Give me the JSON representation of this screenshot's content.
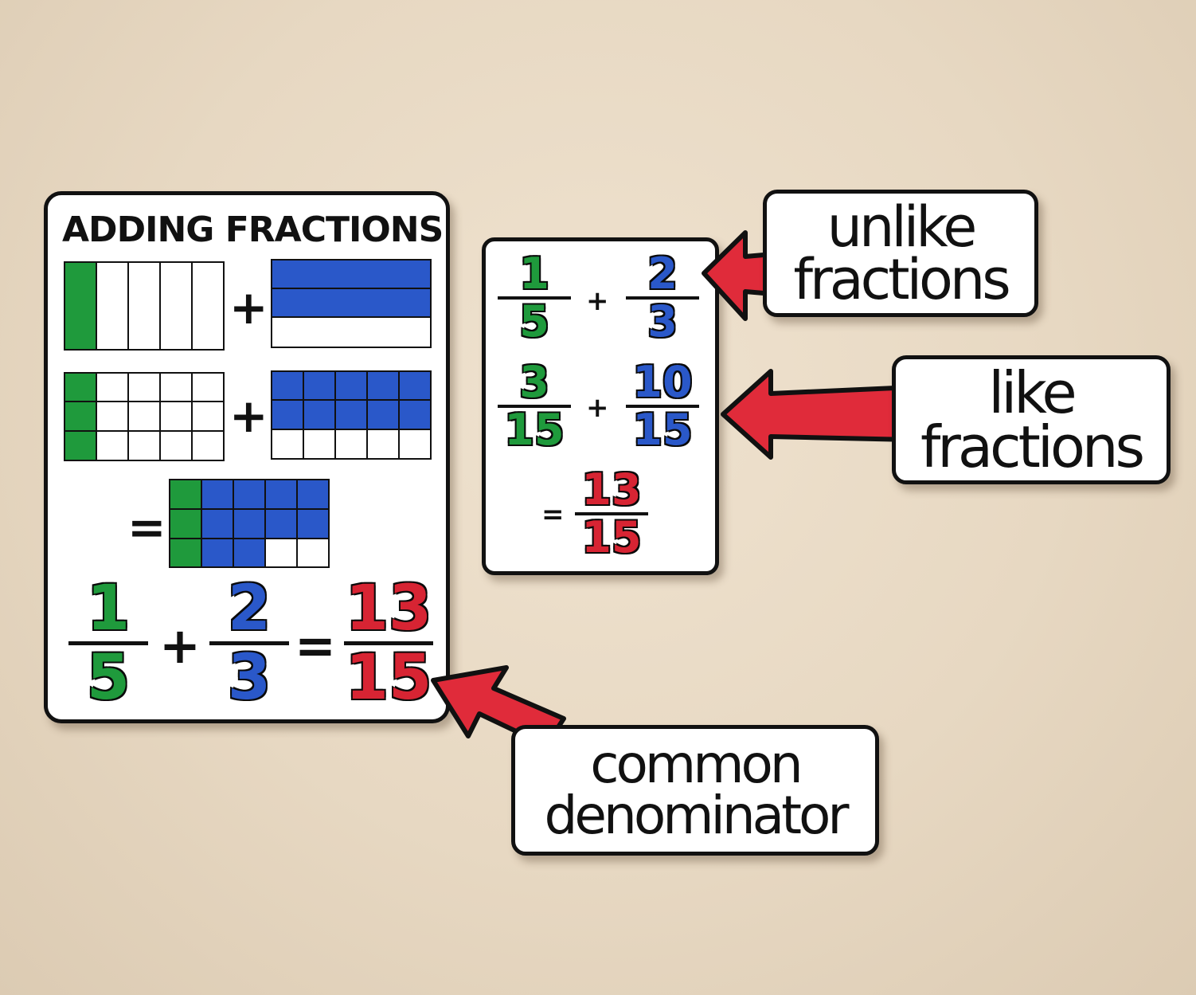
{
  "main_card": {
    "title": "ADDING FRACTIONS",
    "row1": {
      "plus": "+"
    },
    "row2": {
      "plus": "+"
    },
    "row3": {
      "equals": "="
    },
    "equation": {
      "a_num": "1",
      "a_den": "5",
      "plus": "+",
      "b_num": "2",
      "b_den": "3",
      "equals": "=",
      "c_num": "13",
      "c_den": "15"
    }
  },
  "side_card": {
    "eq1": {
      "a_num": "1",
      "a_den": "5",
      "plus": "+",
      "b_num": "2",
      "b_den": "3"
    },
    "eq2": {
      "a_num": "3",
      "a_den": "15",
      "plus": "+",
      "b_num": "10",
      "b_den": "15"
    },
    "eq3": {
      "equals": "=",
      "num": "13",
      "den": "15"
    }
  },
  "labels": {
    "unlike": [
      "unlike",
      "fractions"
    ],
    "like": [
      "like",
      "fractions"
    ],
    "common": [
      "common",
      "denominator"
    ]
  },
  "colors": {
    "green": "#1f9a3c",
    "blue": "#2a58c9",
    "red": "#d72433",
    "arrow_red": "#e02b3a",
    "wall": "#e8d9c4"
  }
}
